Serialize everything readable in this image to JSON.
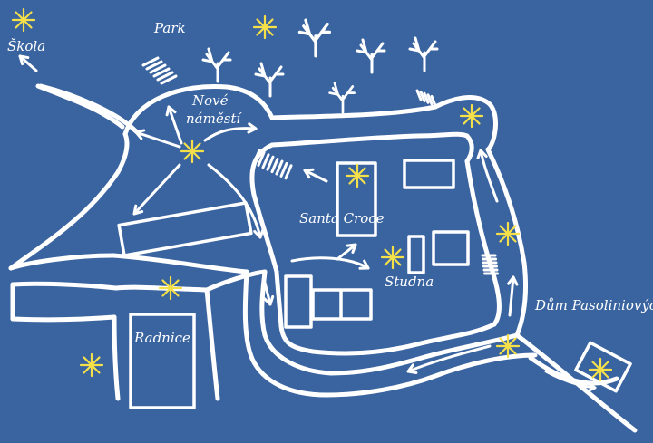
{
  "labels": {
    "skola": "Škola",
    "park": "Park",
    "nove_namesti_line1": "Nové",
    "nove_namesti_line2": "náměstí",
    "santa_croce": "Santa Croce",
    "studna": "Studna",
    "radnice": "Radnice",
    "dum_pasoliniovych": "Dům Pasoliniových"
  },
  "icons": {
    "point_marker": "asterisk-star-icon",
    "tree": "bare-tree-icon",
    "direction": "arrow-icon",
    "steps": "stairs-hatch-icon"
  },
  "colors": {
    "background": "#3a64a0",
    "lines": "#ffffff",
    "markers": "#f5e04a"
  }
}
